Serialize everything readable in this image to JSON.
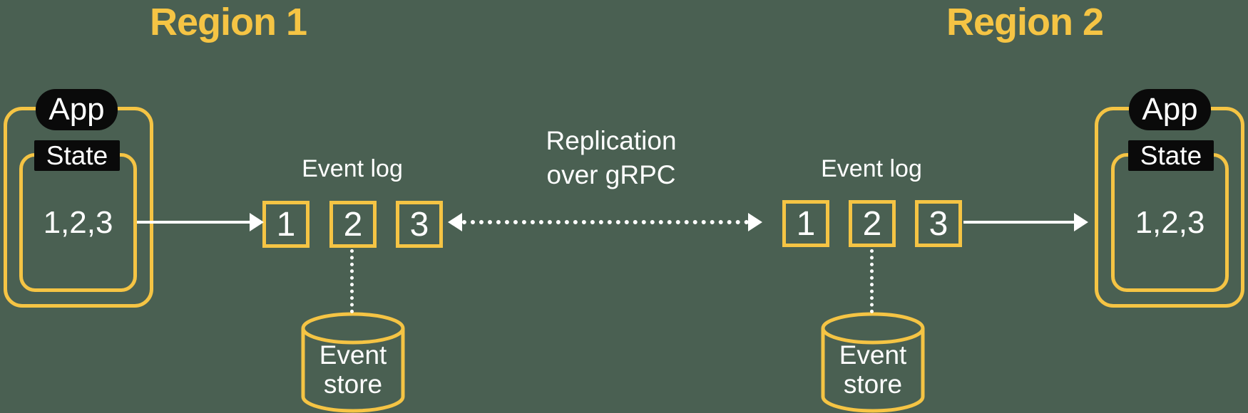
{
  "colors": {
    "bg": "#4A6052",
    "accent": "#F5C444",
    "ink": "#0A0A0A",
    "paper": "#FFFFFF"
  },
  "regions": [
    {
      "title": "Region 1",
      "app_label": "App",
      "state_label": "State",
      "state_value": "1,2,3",
      "event_log_label": "Event log",
      "event_boxes": [
        "1",
        "2",
        "3"
      ],
      "event_store": {
        "line1": "Event",
        "line2": "store"
      }
    },
    {
      "title": "Region 2",
      "app_label": "App",
      "state_label": "State",
      "state_value": "1,2,3",
      "event_log_label": "Event log",
      "event_boxes": [
        "1",
        "2",
        "3"
      ],
      "event_store": {
        "line1": "Event",
        "line2": "store"
      }
    }
  ],
  "replication_label": {
    "line1": "Replication",
    "line2": "over gRPC"
  }
}
